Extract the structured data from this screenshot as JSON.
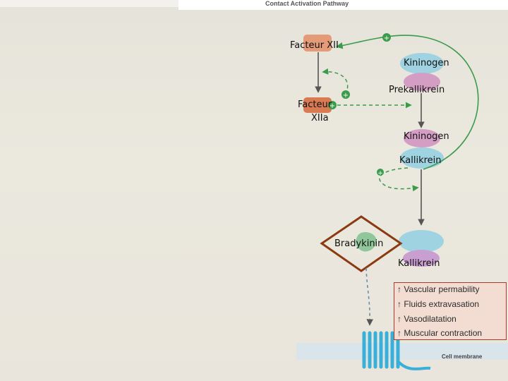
{
  "title": "Contact Activation Pathway",
  "nodes": {
    "factor_xii": "Facteur XII",
    "kininogen_1": "Kininogen",
    "prekallikrein": "Prekallikrein",
    "factor_xiia_line1": "Facteur",
    "factor_xiia_line2": "XIIa",
    "kininogen_2": "Kininogen",
    "kallikrein_1": "Kallikrein",
    "bradykinin": "Bradykinin",
    "kallikrein_2": "Kallikrein",
    "cell_membrane": "Cell membrane"
  },
  "effects": [
    "↑ Vascular permability",
    "↑ Fluids extravasation",
    "↑ Vasodilatation",
    "↑ Muscular contraction"
  ],
  "colors": {
    "factor_xii": "#e59a78",
    "factor_xiia": "#d97a52",
    "kininogen": "#d49ec4",
    "kallikrein_blue": "#9fd3e2",
    "bradykinin": "#8fc79a",
    "plus_green": "#3a9b4a",
    "arrow_dash": "#3a9b4a",
    "effects_border": "#aa3a2a",
    "effects_bg": "#f3ddd3",
    "diamond": "#8b3a12"
  }
}
